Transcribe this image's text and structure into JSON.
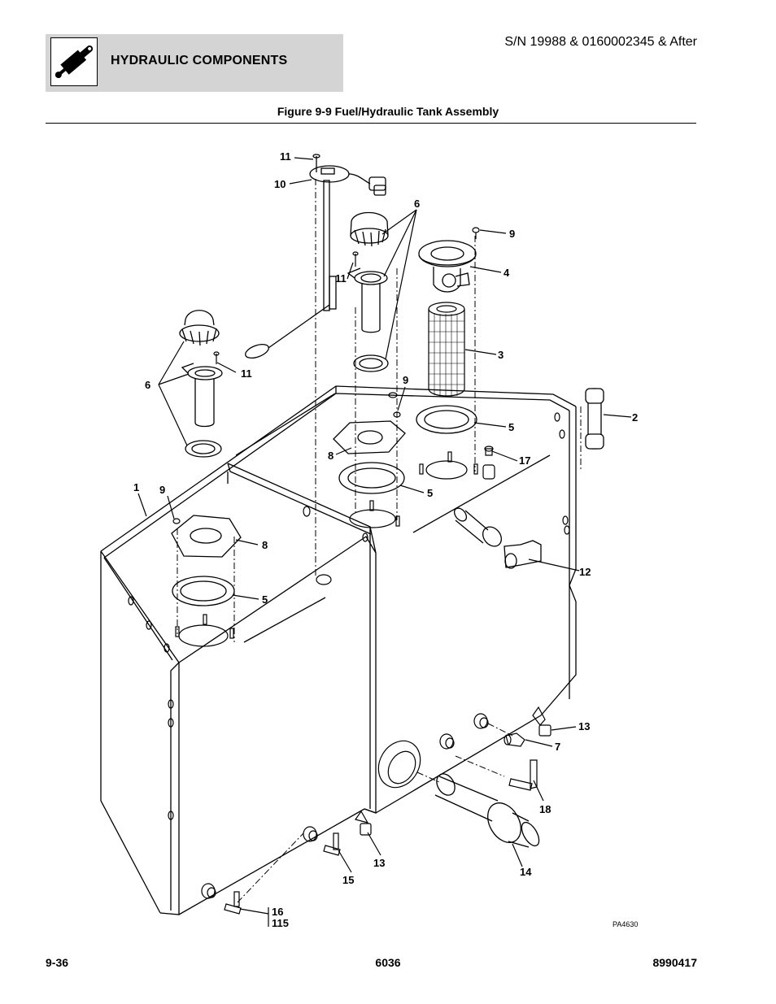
{
  "header": {
    "section_title": "HYDRAULIC COMPONENTS",
    "icon": "hydraulic-cylinder-icon",
    "serial_info": "S/N 19988 & 0160002345 & After"
  },
  "figure": {
    "title": "Figure 9-9 Fuel/Hydraulic Tank Assembly",
    "reference_code": "PA4630",
    "callouts": {
      "c1": "1",
      "c2": "2",
      "c3": "3",
      "c4": "4",
      "c5a": "5",
      "c5b": "5",
      "c5c": "5",
      "c6a": "6",
      "c6b": "6",
      "c7": "7",
      "c8a": "8",
      "c8b": "8",
      "c9a": "9",
      "c9b": "9",
      "c9c": "9",
      "c10": "10",
      "c11a": "11",
      "c11b": "11",
      "c11c": "11",
      "c12": "12",
      "c13a": "13",
      "c13b": "13",
      "c14": "14",
      "c15": "15",
      "c16": "16",
      "c115": "115",
      "c17": "17",
      "c18": "18"
    }
  },
  "footer": {
    "page_number": "9-36",
    "model": "6036",
    "part_number": "8990417"
  }
}
